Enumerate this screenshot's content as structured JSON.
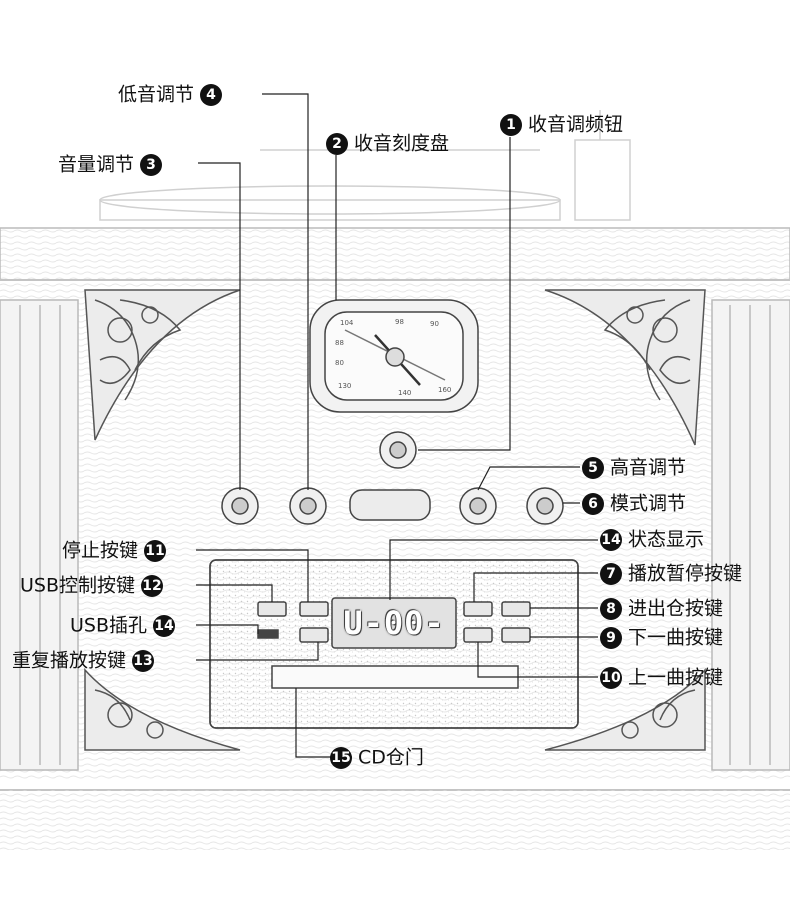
{
  "display_readout": "U-00-",
  "dial_scale": [
    "104",
    "98",
    "90",
    "88",
    "80",
    "130",
    "140",
    "160"
  ],
  "callouts": [
    {
      "num": "4",
      "text": "低音调节"
    },
    {
      "num": "1",
      "text": "收音调频钮"
    },
    {
      "num": "2",
      "text": "收音刻度盘"
    },
    {
      "num": "3",
      "text": "音量调节"
    },
    {
      "num": "5",
      "text": "高音调节"
    },
    {
      "num": "6",
      "text": "模式调节"
    },
    {
      "num": "14",
      "text": "状态显示"
    },
    {
      "num": "11",
      "text": "停止按键"
    },
    {
      "num": "7",
      "text": "播放暂停按键"
    },
    {
      "num": "12",
      "text": "USB控制按键"
    },
    {
      "num": "8",
      "text": "进出仓按键"
    },
    {
      "num": "14",
      "text": "USB插孔"
    },
    {
      "num": "9",
      "text": "下一曲按键"
    },
    {
      "num": "13",
      "text": "重复播放按键"
    },
    {
      "num": "10",
      "text": "上一曲按键"
    },
    {
      "num": "15",
      "text": "CD仓门"
    }
  ]
}
